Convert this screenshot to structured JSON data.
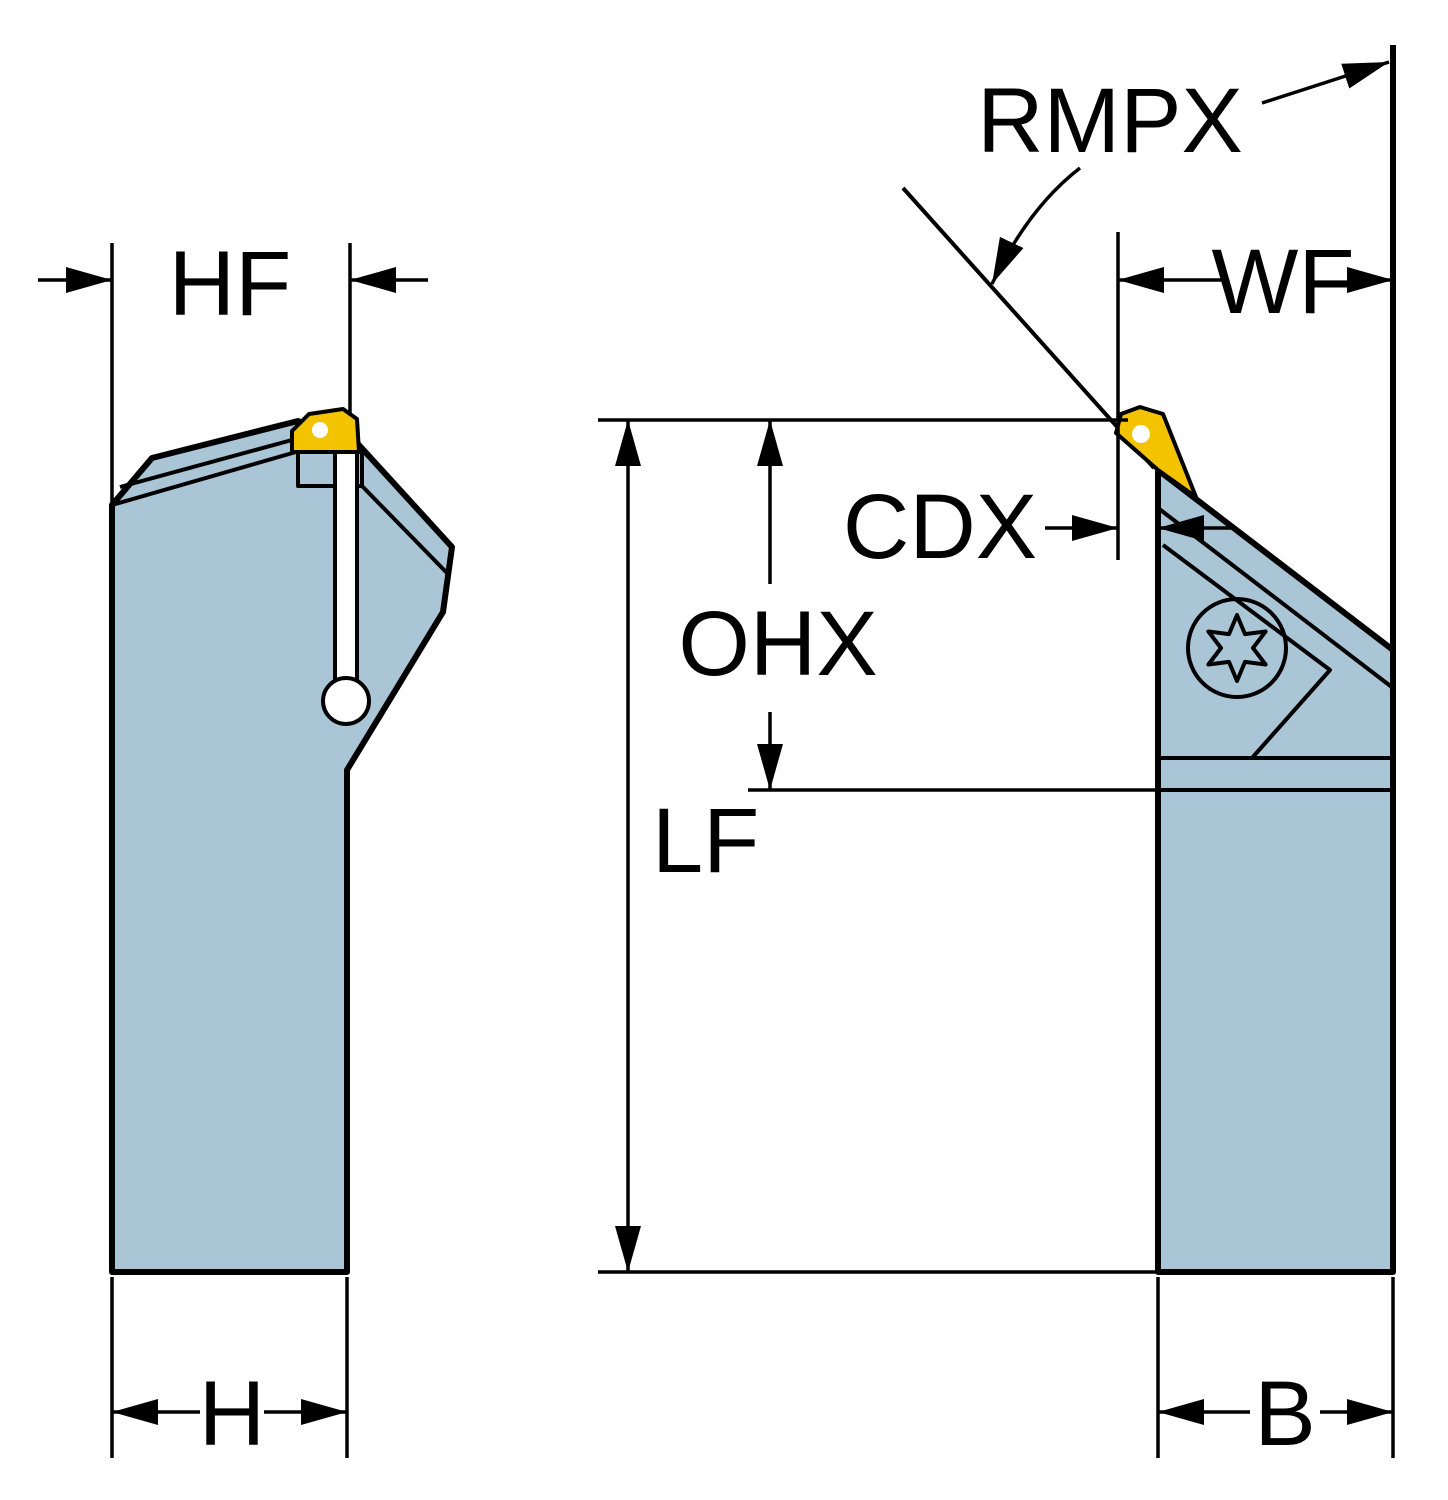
{
  "labels": {
    "hf": "HF",
    "h": "H",
    "rmpx": "RMPX",
    "wf": "WF",
    "cdx": "CDX",
    "ohx": "OHX",
    "lf": "LF",
    "b": "B"
  },
  "colors": {
    "body": "#a9c5d6",
    "insert": "#f3c300",
    "outline": "#000000",
    "hole": "#ffffff",
    "background": "#ffffff"
  }
}
